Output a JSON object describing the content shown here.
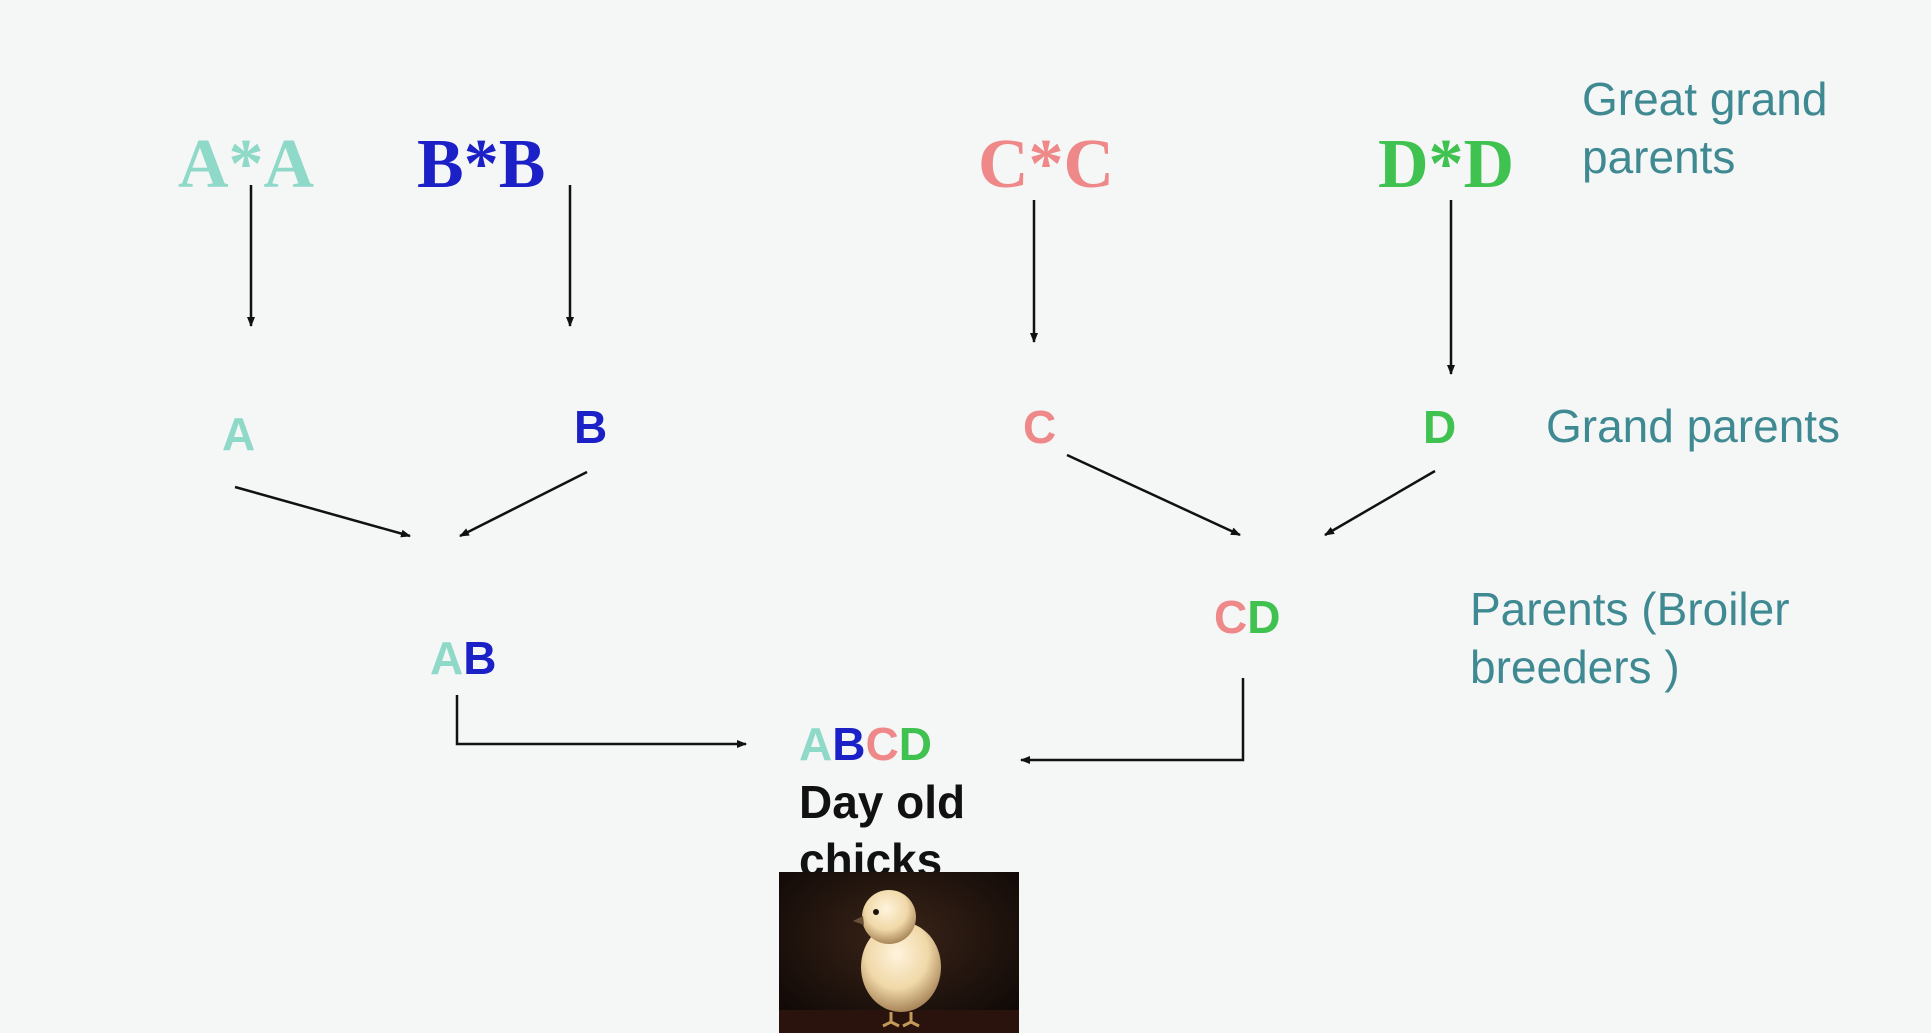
{
  "great_grandparents": {
    "a": "A*A",
    "b": "B*B",
    "c": "C*C",
    "d": "D*D"
  },
  "grandparents": {
    "a": "A",
    "b": "B",
    "c": "C",
    "d": "D"
  },
  "parents": {
    "ab_first": "A",
    "ab_second": "B",
    "cd_first": "C",
    "cd_second": "D"
  },
  "final_cross": {
    "letters": [
      "A",
      "B",
      "C",
      "D"
    ],
    "caption": "Day old chicks"
  },
  "tiers": {
    "great_grandparents": "Great grand parents",
    "grandparents": "Grand parents",
    "parents": "Parents (Broiler breeders )"
  },
  "colors": {
    "line_a": "#8fd9c9",
    "line_b": "#1b21c6",
    "line_c": "#ef8888",
    "line_d": "#3fc24f",
    "tier_text": "#3f8a92",
    "arrow": "#111111"
  },
  "icons": {
    "chick": "chick-photo"
  }
}
